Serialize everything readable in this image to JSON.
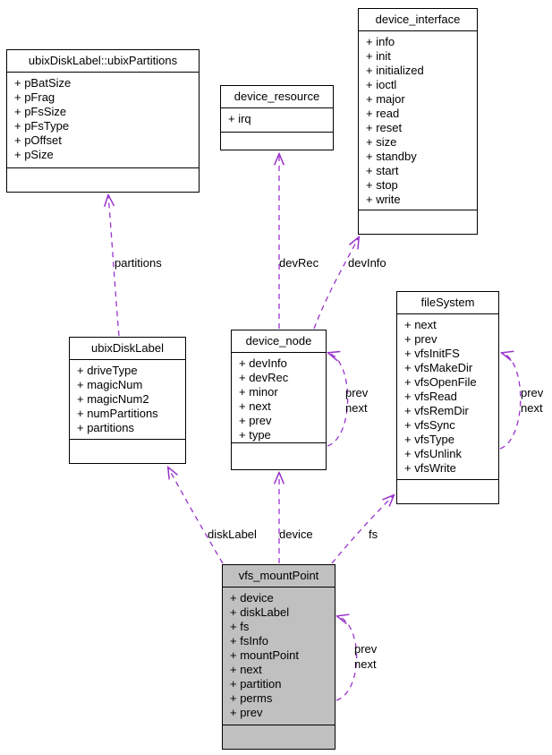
{
  "diagram": {
    "type": "uml-collaboration-graph",
    "background_color": "#ffffff",
    "box_fill": "#ffffff",
    "highlight_fill": "#c0c0c0",
    "border_color": "#000000",
    "edge_color": "#9a32cd",
    "edge_style": "dashed-open-arrow"
  },
  "classes": [
    {
      "name": "ubixDiskLabel::ubixPartitions",
      "fields": [
        "+ pBatSize",
        "+ pFrag",
        "+ pFsSize",
        "+ pFsType",
        "+ pOffset",
        "+ pSize"
      ]
    },
    {
      "name": "device_resource",
      "fields": [
        "+ irq"
      ]
    },
    {
      "name": "device_interface",
      "fields": [
        "+ info",
        "+ init",
        "+ initialized",
        "+ ioctl",
        "+ major",
        "+ read",
        "+ reset",
        "+ size",
        "+ standby",
        "+ start",
        "+ stop",
        "+ write"
      ]
    },
    {
      "name": "ubixDiskLabel",
      "fields": [
        "+ driveType",
        "+ magicNum",
        "+ magicNum2",
        "+ numPartitions",
        "+ partitions"
      ]
    },
    {
      "name": "device_node",
      "fields": [
        "+ devInfo",
        "+ devRec",
        "+ minor",
        "+ next",
        "+ prev",
        "+ type"
      ]
    },
    {
      "name": "fileSystem",
      "fields": [
        "+ next",
        "+ prev",
        "+ vfsInitFS",
        "+ vfsMakeDir",
        "+ vfsOpenFile",
        "+ vfsRead",
        "+ vfsRemDir",
        "+ vfsSync",
        "+ vfsType",
        "+ vfsUnlink",
        "+ vfsWrite"
      ]
    },
    {
      "name": "vfs_mountPoint",
      "fields": [
        "+ device",
        "+ diskLabel",
        "+ fs",
        "+ fsInfo",
        "+ mountPoint",
        "+ next",
        "+ partition",
        "+ perms",
        "+ prev"
      ]
    }
  ],
  "edge_labels": {
    "partitions": "partitions",
    "devRec": "devRec",
    "devInfo": "devInfo",
    "diskLabel": "diskLabel",
    "device": "device",
    "fs": "fs",
    "device_node_loop_prev": "prev",
    "device_node_loop_next": "next",
    "filesystem_loop_prev": "prev",
    "filesystem_loop_next": "next",
    "vfs_loop_prev": "prev",
    "vfs_loop_next": "next"
  }
}
